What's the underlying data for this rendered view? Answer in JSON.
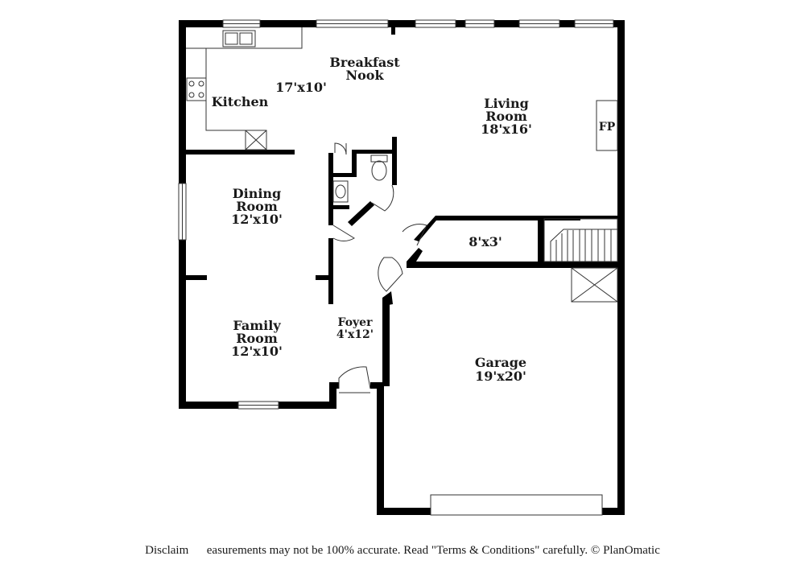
{
  "rooms": {
    "breakfast_nook": {
      "name_line1": "Breakfast",
      "name_line2": "Nook"
    },
    "kitchen": {
      "name": "Kitchen",
      "size": "17'x10'"
    },
    "living_room": {
      "name_line1": "Living",
      "name_line2": "Room",
      "size": "18'x16'"
    },
    "fireplace": {
      "label": "FP"
    },
    "dining_room": {
      "name_line1": "Dining",
      "name_line2": "Room",
      "size": "12'x10'"
    },
    "closet": {
      "size": "8'x3'"
    },
    "family_room": {
      "name_line1": "Family",
      "name_line2": "Room",
      "size": "12'x10'"
    },
    "foyer": {
      "name": "Foyer",
      "size": "4'x12'"
    },
    "garage": {
      "name": "Garage",
      "size": "19'x20'"
    }
  },
  "footer": {
    "disclaimer": "Disclaim      easurements may not be 100% accurate. Read \"Terms & Conditions\" carefully. © PlanOmatic"
  }
}
